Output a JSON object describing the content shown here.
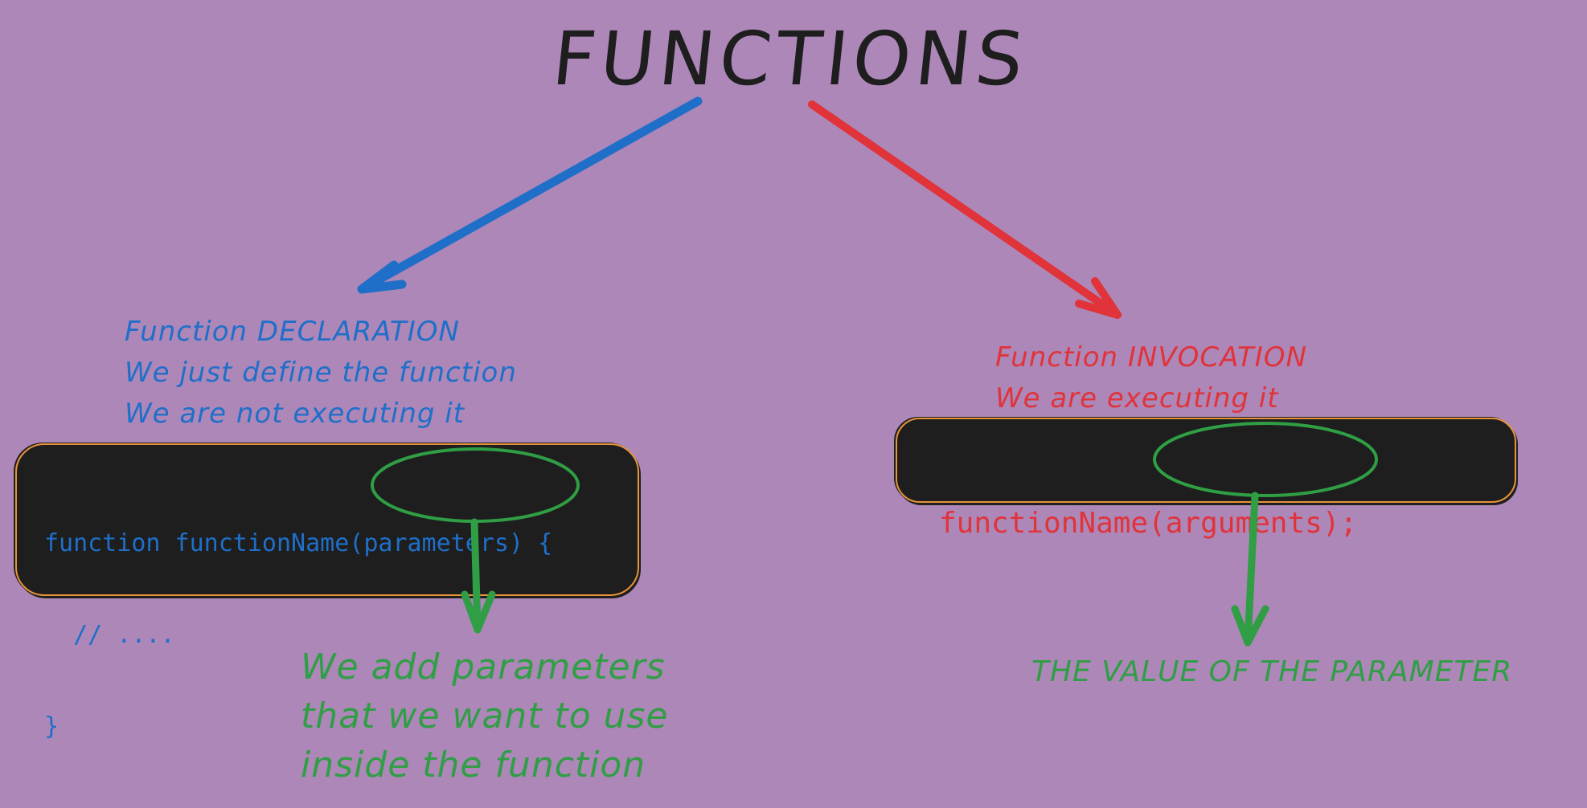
{
  "title": "FUNCTIONS",
  "declaration": {
    "notes": [
      "Function DECLARATION",
      "We just define the function",
      "We are not executing it"
    ],
    "code": [
      "function functionName(parameters) {",
      "  // ....",
      "}"
    ],
    "parameters_note": [
      "We add parameters",
      "that we want to use",
      "inside the function"
    ]
  },
  "invocation": {
    "notes": [
      "Function INVOCATION",
      "We are executing it"
    ],
    "code": "functionName(arguments);",
    "arguments_note": "THE VALUE OF THE PARAMETER"
  },
  "colors": {
    "background": "#ad87b8",
    "declaration": "#1f6fc9",
    "invocation": "#e0333a",
    "annotation": "#2f9e44",
    "code_background": "#1e1e1e",
    "code_border": "#e8943a"
  }
}
